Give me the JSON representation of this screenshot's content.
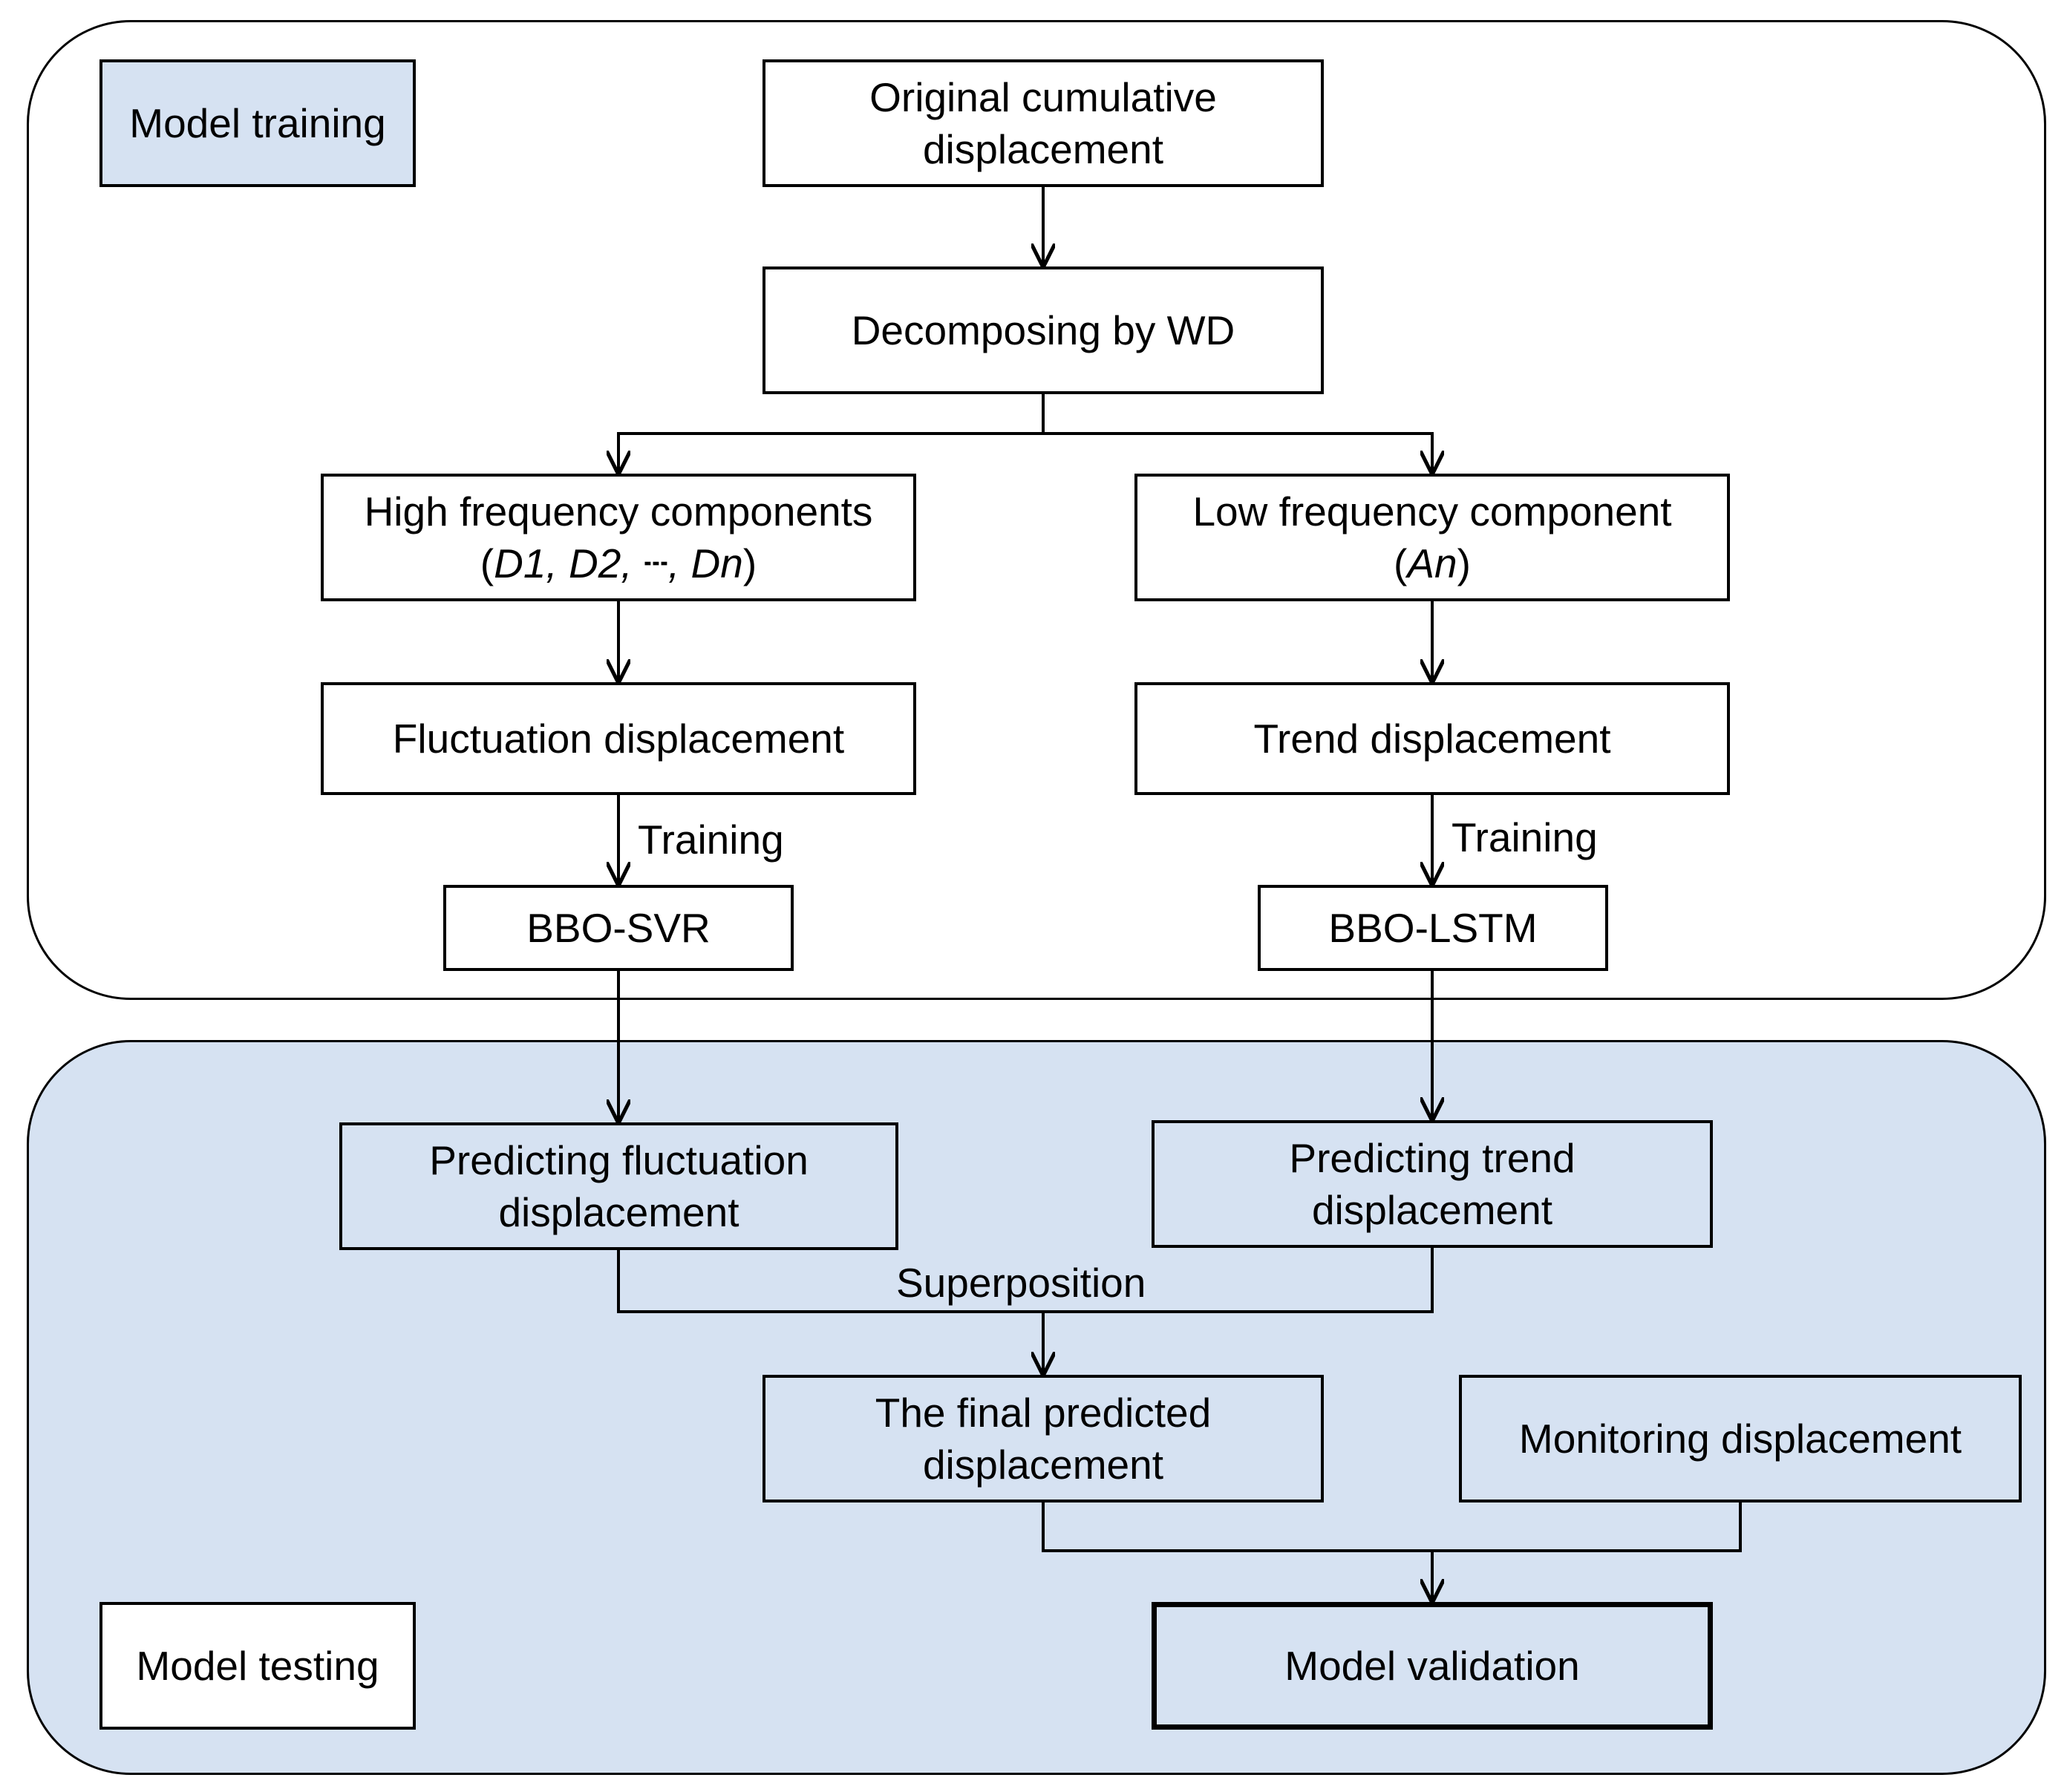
{
  "panels": {
    "training_label": "Model training",
    "testing_label": "Model testing"
  },
  "nodes": {
    "original": {
      "line1": "Original cumulative",
      "line2": "displacement"
    },
    "decompose": "Decomposing by WD",
    "high_freq": {
      "line1": "High frequency components",
      "open": "(",
      "d1": "D1, D2, ",
      "ellipsis": "┄",
      "dn": ", Dn",
      "close": ")"
    },
    "low_freq": {
      "line1": "Low frequency component",
      "open": "(",
      "an": "An",
      "close": ")"
    },
    "fluctuation": "Fluctuation displacement",
    "trend": "Trend displacement",
    "bbo_svr": "BBO-SVR",
    "bbo_lstm": "BBO-LSTM",
    "pred_fluct": {
      "line1": "Predicting fluctuation",
      "line2": "displacement"
    },
    "pred_trend": {
      "line1": "Predicting trend",
      "line2": "displacement"
    },
    "final_pred": {
      "line1": "The final predicted",
      "line2": "displacement"
    },
    "monitoring": "Monitoring displacement",
    "validation": "Model validation"
  },
  "edge_labels": {
    "training_left": "Training",
    "training_right": "Training",
    "superposition": "Superposition"
  },
  "colors": {
    "testing_panel_fill": "#d6e2f2",
    "training_label_fill": "#d6e2f2",
    "line": "#000000"
  }
}
